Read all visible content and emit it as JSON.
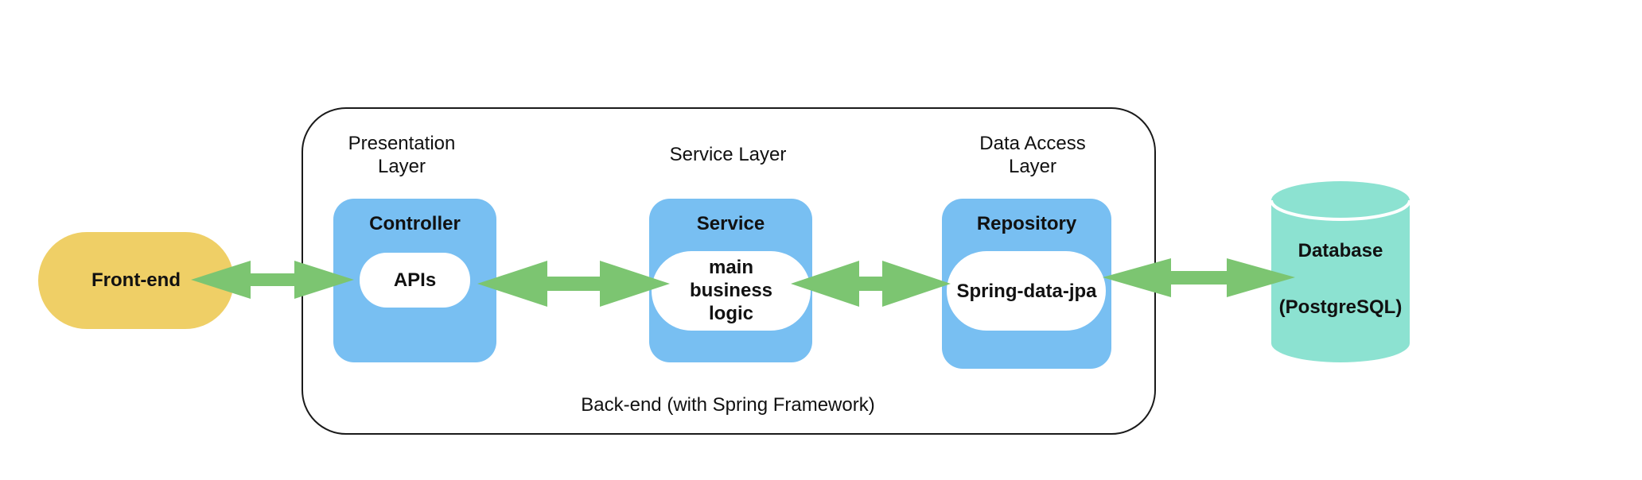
{
  "colors": {
    "frontend_fill": "#EFCF66",
    "layer_fill": "#78BFF2",
    "arrow_fill": "#7CC571",
    "database_fill": "#8CE2D1",
    "inner_fill": "#FFFFFF",
    "outline": "#1A1A1A"
  },
  "frontend": {
    "label": "Front-end"
  },
  "backend": {
    "label": "Back-end (with Spring Framework)"
  },
  "layers": {
    "presentation": {
      "title_line1": "Presentation",
      "title_line2": "Layer",
      "box_label": "Controller",
      "inner_label": "APIs"
    },
    "service": {
      "title": "Service Layer",
      "box_label": "Service",
      "inner_line1": "main",
      "inner_line2": "business",
      "inner_line3": "logic"
    },
    "data_access": {
      "title_line1": "Data Access",
      "title_line2": "Layer",
      "box_label": "Repository",
      "inner_label": "Spring-data-jpa"
    }
  },
  "database": {
    "line1": "Database",
    "line2": "(PostgreSQL)"
  }
}
